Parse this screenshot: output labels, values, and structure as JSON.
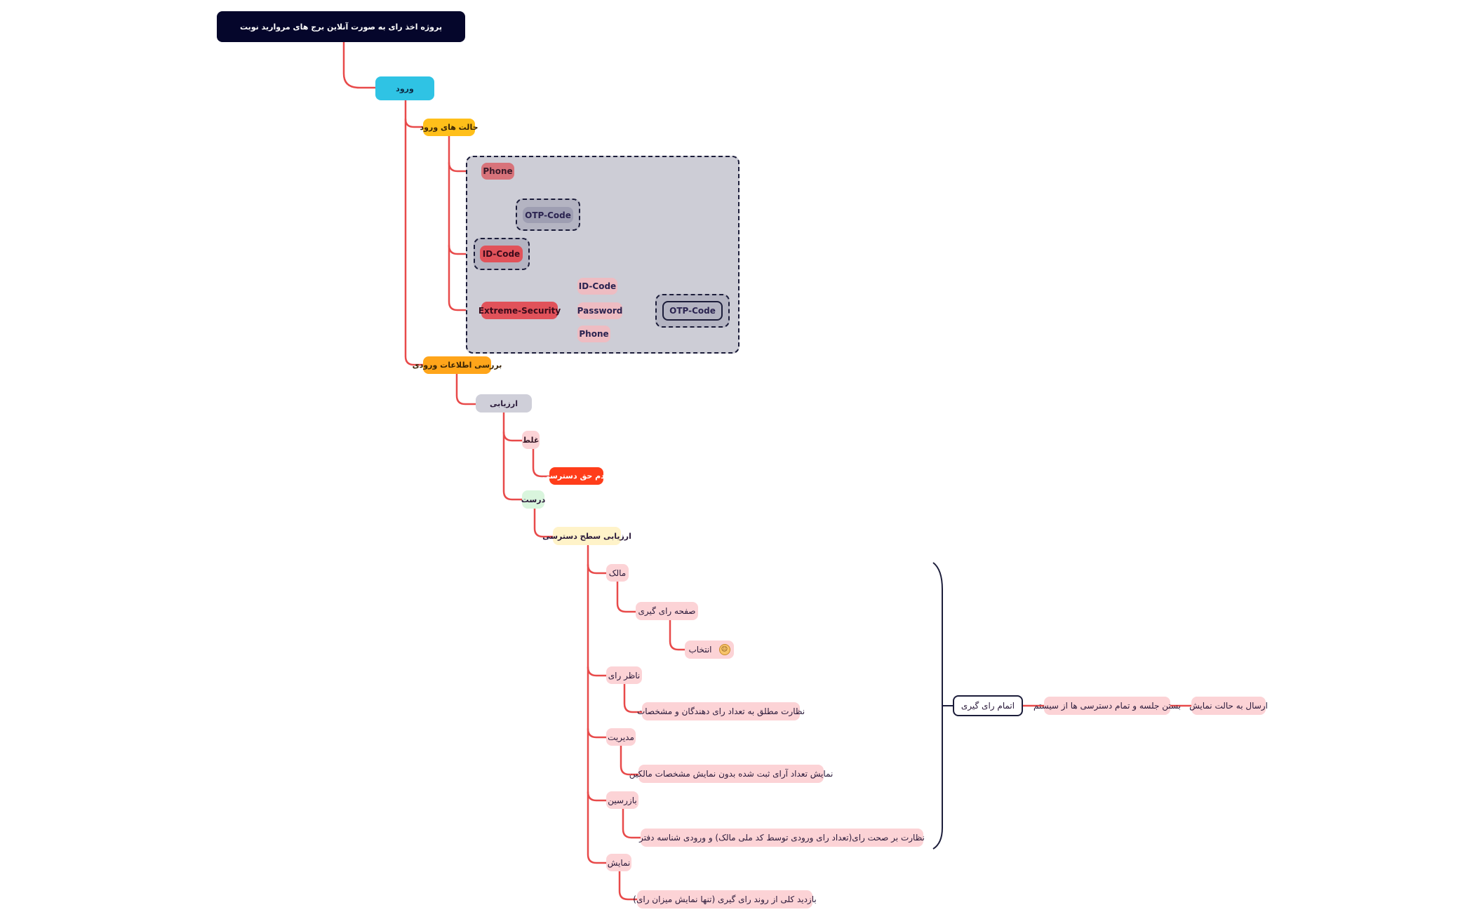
{
  "colors": {
    "connector": "#e84a4a",
    "title_bg": "#05062b",
    "vorood_bg": "#2fc3e4",
    "yellow_bg": "#ffbf1a",
    "orange_bg": "#ffa51a",
    "group_bg": "#cdcdd6",
    "pink_dark": "#d8737a",
    "red_node": "#e1525a",
    "pink_light": "#fcd3d6",
    "gray_node": "#cfcfd9",
    "green_light": "#d9f5dd",
    "cream": "#fff3c9",
    "deny": "#ff3d1a"
  },
  "nodes": {
    "title": "پروژه اخذ رای به صورت آنلاین برج های مروارید نوبت",
    "vorood": "ورود",
    "login_modes": "حالت های ورود",
    "phone": "Phone",
    "otp_code": "OTP-Code",
    "id_code": "ID-Code",
    "extreme_security": "Extreme-Security",
    "es_id_code": "ID-Code",
    "es_password": "Password",
    "es_phone": "Phone",
    "es_otp_code": "OTP-Code",
    "check_login_info": "بررسی اطلاعات ورودی",
    "evaluation": "ارزیابی",
    "wrong": "غلط",
    "no_access": "عدم حق دسترسی",
    "correct": "درست",
    "access_eval": "ارزیابی سطح دسترسی",
    "owner": "مالک",
    "vote_page": "صفحه رای گیری",
    "choose": "انتخاب",
    "vote_observer": "ناظر رای",
    "observer_detail": "نظارت مطلق به تعداد رای دهندگان و مشخصات",
    "management": "مدیریت",
    "management_detail": "نمایش تعداد آرای ثبت شده بدون نمایش مشخصات مالکین",
    "inspector": "بازرسین",
    "inspector_detail": "نظارت بر صحت رای(تعداد رای ورودی توسط کد ملی مالک) و ورودی شناسه دفتر",
    "display": "نمایش",
    "display_detail": "بازدید کلی از روند رای گیری (تنها نمایش میزان رای)",
    "end_voting": "اتمام رای گیری",
    "close_session": "بستن جلسه و تمام دسترسی ها از سیستم",
    "send_display": "ارسال به حالت نمایش"
  }
}
